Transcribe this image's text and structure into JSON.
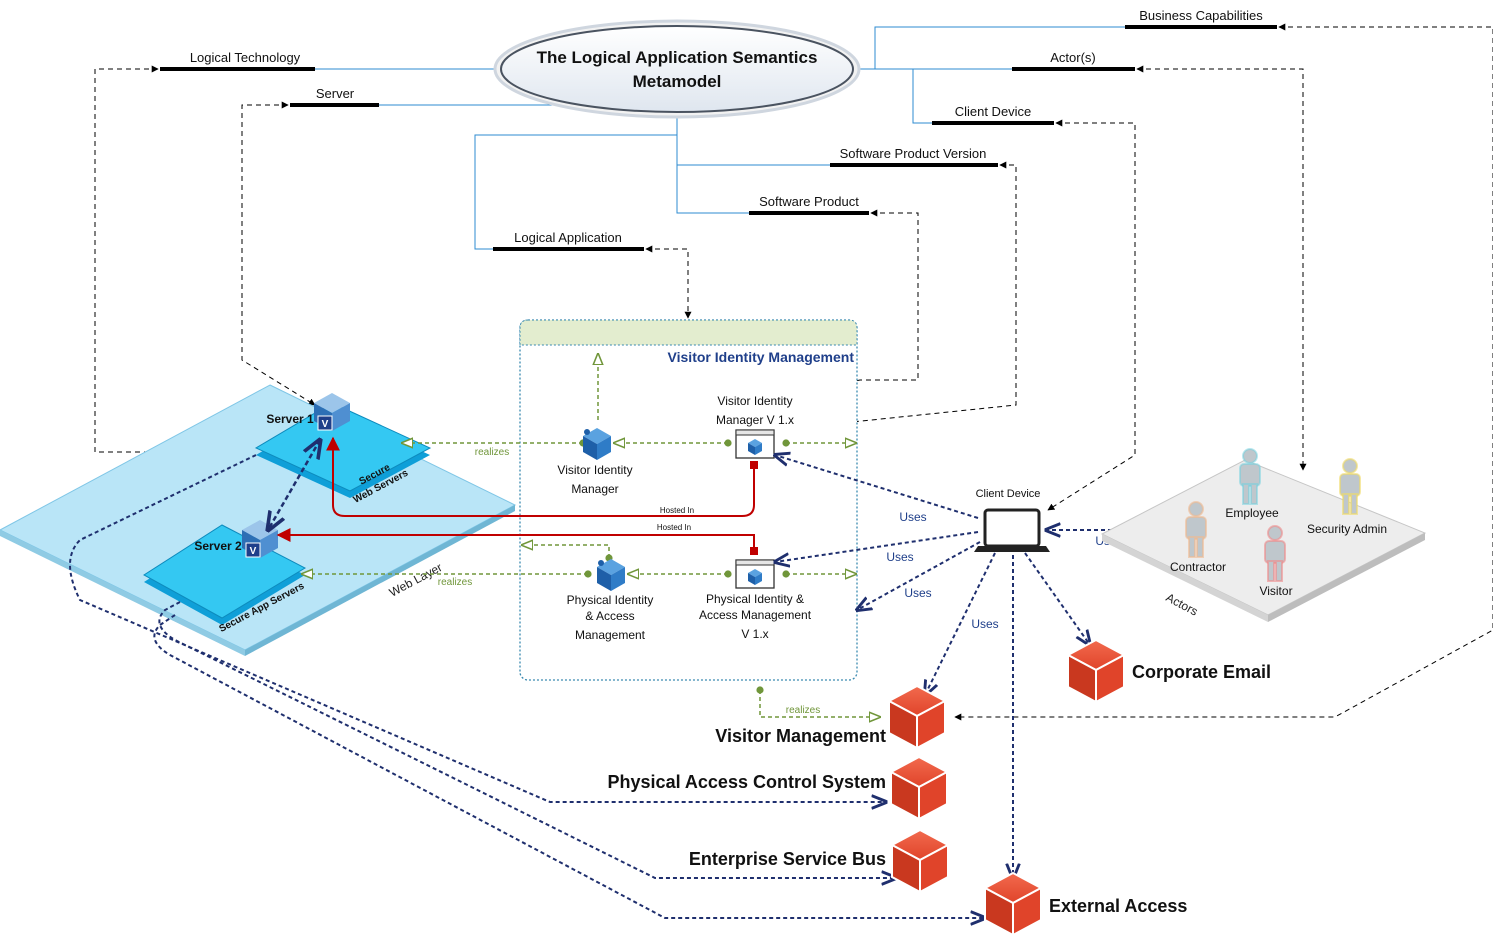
{
  "title_line1": "The Logical Application Semantics",
  "title_line2": "Metamodel",
  "metamodel_labels": {
    "logical_technology": "Logical Technology",
    "server": "Server",
    "business_capabilities": "Business Capabilities",
    "actors": "Actor(s)",
    "client_device": "Client Device",
    "software_product_version": "Software Product Version",
    "software_product": "Software Product",
    "logical_application": "Logical Application"
  },
  "app_box_title": "Visitor Identity Management",
  "components": {
    "vim_line1": "Visitor Identity",
    "vim_line2": "Manager",
    "vimv_line1": "Visitor Identity",
    "vimv_line2": "Manager V 1.x",
    "piam_line1": "Physical Identity",
    "piam_line2": "& Access",
    "piam_line3": "Management",
    "piamv_line1": "Physical Identity &",
    "piamv_line2": "Access Management",
    "piamv_line3": "V 1.x"
  },
  "servers": {
    "server1": "Server 1",
    "server2": "Server 2",
    "web_servers_line1": "Secure",
    "web_servers_line2": "Web Servers",
    "app_servers": "Secure App Servers",
    "web_layer": "Web Layer",
    "v_badge": "V"
  },
  "relations": {
    "realizes": "realizes",
    "hosted_in": "Hosted In",
    "uses": "Uses"
  },
  "client_device_label": "Client Device",
  "actors": {
    "employee": "Employee",
    "security_admin": "Security Admin",
    "contractor": "Contractor",
    "visitor": "Visitor",
    "group_label": "Actors"
  },
  "capabilities": {
    "corporate_email": "Corporate Email",
    "visitor_management": "Visitor Management",
    "physical_access": "Physical Access Control System",
    "esb": "Enterprise Service Bus",
    "external_access": "External Access"
  },
  "colors": {
    "blue_line": "#2e8bd0",
    "navy": "#1f2f6e",
    "green": "#70963a",
    "red": "#c00000",
    "cube": "#e0442a",
    "server_blue": "#29c4f0",
    "layer_blue": "#9fdcf4"
  }
}
